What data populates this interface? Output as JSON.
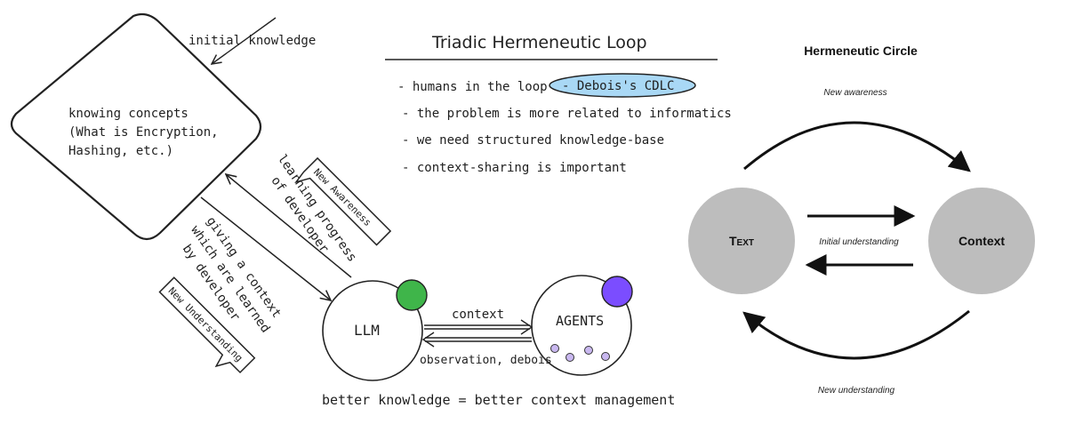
{
  "left": {
    "title": "Triadic Hermeneutic Loop",
    "bullets": [
      "- humans in the loop",
      "- the problem is more related to informatics",
      "- we need structured knowledge-base",
      "- context-sharing is important"
    ],
    "cdlc_label": "- Debois's CDLC",
    "initial_knowledge": "initial knowledge",
    "concepts_lines": [
      "knowing concepts",
      "(What is Encryption,",
      "Hashing, etc.)"
    ],
    "learning_lines": [
      "learning progress",
      "of developer"
    ],
    "new_awareness": "New Awareness",
    "giving_lines": [
      "giving a context",
      "which are learned",
      "by developer"
    ],
    "new_understanding": "New Understanding",
    "llm": "LLM",
    "agents": "AGENTS",
    "context": "context",
    "observation": "observation, debois",
    "bottom": "better knowledge = better context  management",
    "colors": {
      "llm_dot": "#3fb54a",
      "agents_dot": "#7b4dff",
      "cdlc_fill": "#a9d8f5",
      "agent_dots": "#c9b8f0"
    }
  },
  "right": {
    "title": "Hermeneutic Circle",
    "new_awareness": "New awareness",
    "initial_understanding": "Initial understanding",
    "new_understanding": "New understanding",
    "text_node": "Text",
    "context_node": "Context",
    "colors": {
      "node": "#bdbdbd"
    }
  }
}
